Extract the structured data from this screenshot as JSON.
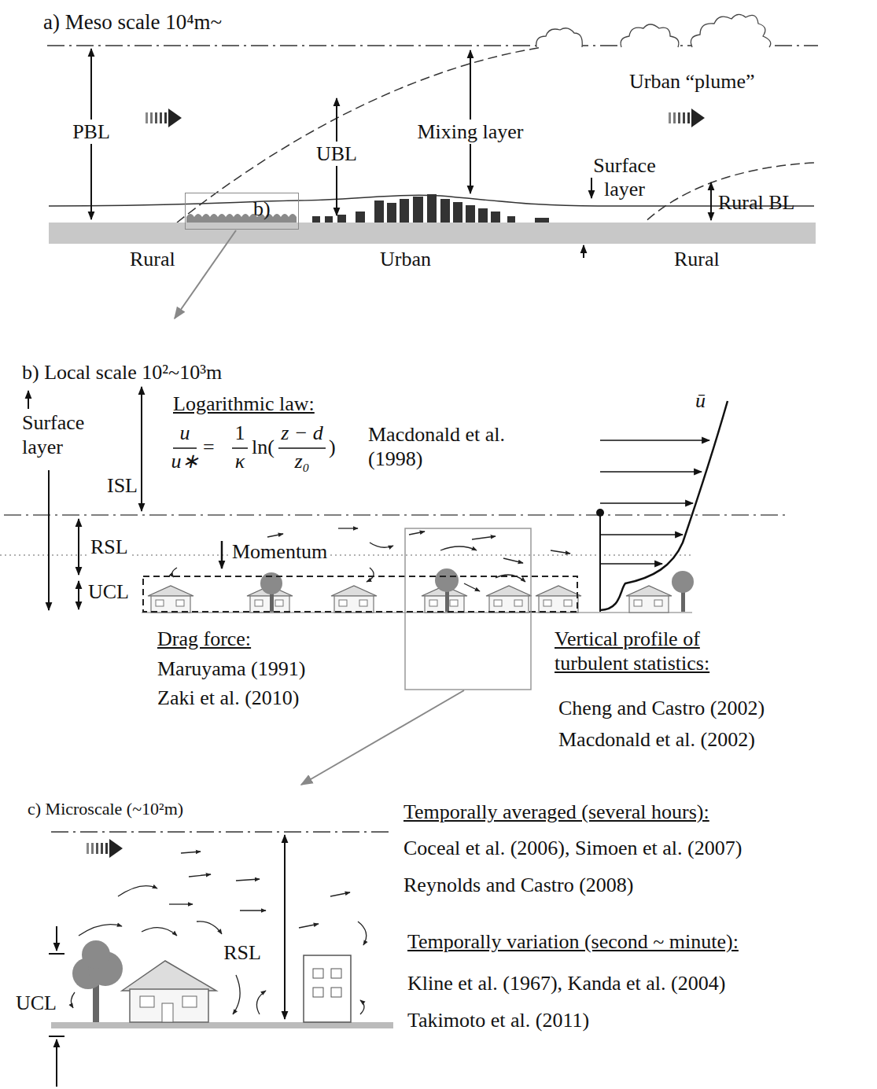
{
  "diagram": {
    "nodes": [
      {
        "text": [
          "b)"
        ]
      }
    ],
    "labels": [
      "a) Meso scale 10⁴m~",
      "PBL",
      "UBL",
      "Mixing layer",
      "Urban “plume”",
      "Surface layer",
      "Rural BL",
      "Rural",
      "Urban",
      "Rural",
      "b) Local scale 10²~10³m",
      "Surface layer",
      "ISL",
      "Logarithmic law:",
      "u",
      "u∗",
      "=",
      "1",
      "κ",
      "ln(",
      "z − d",
      "z₀",
      ")",
      "Macdonald et al. (1998)",
      "RSL",
      "Momentum",
      "UCL",
      "Drag force:",
      "Maruyama (1991)",
      "Zaki et al. (2010)",
      "ū",
      "Vertical profile of turbulent statistics:",
      "Cheng and Castro (2002)",
      "Macdonald et al. (2002)",
      "c) Microscale (~10²m)",
      "Temporally averaged (several hours):",
      "Coceal et al. (2006), Simoen et al. (2007)",
      "Reynolds and Castro (2008)",
      "Temporally variation (second ~ minute):",
      "Kline et al. (1967), Kanda et al. (2004)",
      "Takimoto et al. (2011)",
      "RSL",
      "UCL"
    ]
  }
}
